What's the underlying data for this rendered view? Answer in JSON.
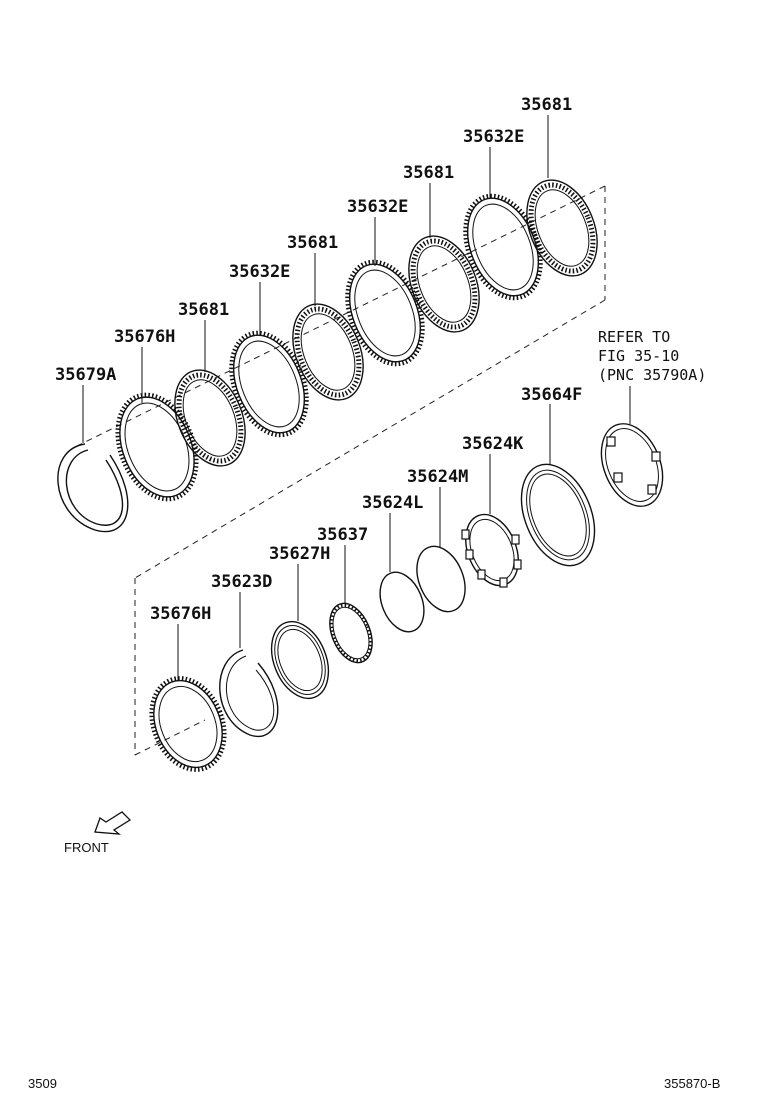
{
  "labels": {
    "p35681_a": "35681",
    "p35632e_a": "35632E",
    "p35681_b": "35681",
    "p35632e_b": "35632E",
    "p35681_c": "35681",
    "p35632e_c": "35632E",
    "p35681_d": "35681",
    "p35676h_a": "35676H",
    "p35679a": "35679A",
    "p35664f": "35664F",
    "p35624k": "35624K",
    "p35624m": "35624M",
    "p35624l": "35624L",
    "p35637": "35637",
    "p35627h": "35627H",
    "p35623d": "35623D",
    "p35676h_b": "35676H"
  },
  "refer_note": {
    "line1": "REFER TO",
    "line2": "FIG 35-10",
    "line3": "(PNC 35790A)"
  },
  "front_label": "FRONT",
  "footer": {
    "page_code": "3509",
    "drawing_id": "355870-B"
  }
}
